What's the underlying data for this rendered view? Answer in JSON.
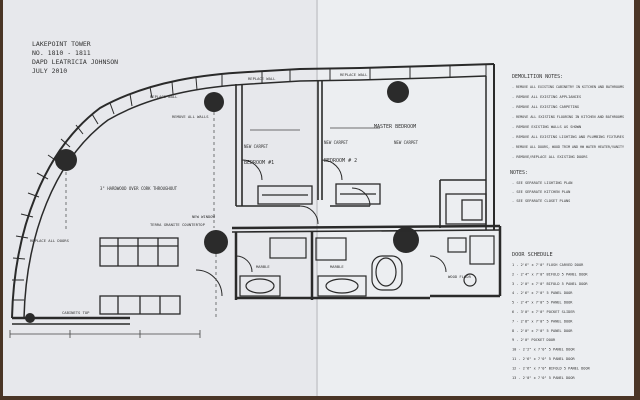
{
  "title_block": {
    "line1": "LAKEPOINT TOWER",
    "line2": "NO. 1810 - 1811",
    "line3": "DAPD LEATRICIA JOHNSON",
    "line4": "JULY 2010"
  },
  "rooms": {
    "master_bedroom": "MASTER BEDROOM",
    "bedroom1": "BEDROOM #1",
    "bedroom2": "BEDROOM # 2",
    "new_carpet": "NEW CARPET",
    "hardwood": "3\" HARDWOOD OVER CORK THROUGHOUT"
  },
  "notes": {
    "replace_wall": "REPLACE WALL",
    "remove_all_walls": "REMOVE ALL WALLS",
    "replace_all_doors": "REPLACE ALL DOORS",
    "terra": "TERRA GRANITE COUNTERTOP",
    "cabinets": "CABINETS TOP",
    "new_window": "NEW WINDOW",
    "marble": "MARBLE",
    "wood_floor": "WOOD FLOOR"
  },
  "demolition": {
    "heading": "DEMOLITION NOTES:",
    "items": [
      "- REMOVE ALL EXISTING CABINETRY IN KITCHEN AND BATHROOMS",
      "- REMOVE ALL EXISTING APPLIANCES",
      "- REMOVE ALL EXISTING CARPETING",
      "- REMOVE ALL EXISTING FLOORING IN KITCHEN AND BATHROOMS",
      "- REMOVE EXISTING WALLS AS SHOWN",
      "- REMOVE ALL EXISTING LIGHTING AND PLUMBING FIXTURES",
      "- REMOVE ALL DOORS, WOOD TRIM AND HW WATER HEATER/VANITY",
      "- REMOVE/REPLACE ALL EXISTING DOORS"
    ]
  },
  "notes_section": {
    "heading": "NOTES:",
    "items": [
      "- SEE SEPARATE LIGHTING PLAN",
      "- SEE SEPARATE KITCHEN PLAN",
      "- SEE SEPARATE CLOSET PLANS"
    ]
  },
  "door_schedule": {
    "heading": "DOOR SCHEDULE",
    "items": [
      "1 - 2'6\" x 7'0\" FLUSH CARVED DOOR",
      "2 - 2'4\" x 7'0\" BIFOLD 5 PANEL DOOR",
      "3 - 2'0\" x 7'0\" BIFOLD 5 PANEL DOOR",
      "4 - 2'6\" x 7'0\" 5 PANEL DOOR",
      "5 - 2'4\" x 7'0\" 5 PANEL DOOR",
      "6 - 3'0\" x 7'0\" POCKET SLIDER",
      "7 - 2'8\" x 7'0\" 5 PANEL DOOR",
      "8 - 2'0\" x 7'0\" 5 PANEL DOOR",
      "9 - 2'0\" POCKET DOOR",
      "10 - 2'2\" x 7'0\" 5 PANEL DOOR",
      "11 - 2'6\" x 7'0\" 5 PANEL DOOR",
      "12 - 2'6\" x 7'0\" BIFOLD 5 PANEL DOOR",
      "13 - 2'0\" x 7'0\" 5 PANEL DOOR"
    ]
  }
}
